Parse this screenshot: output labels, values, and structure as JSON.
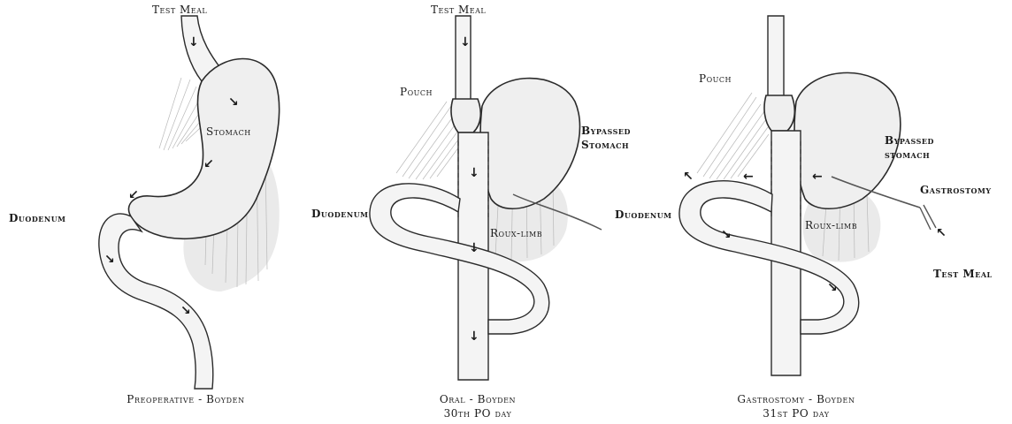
{
  "panels": [
    {
      "caption_line1": "Preoperative - Boyden",
      "caption_line2": "",
      "labels": {
        "test_meal": "Test Meal",
        "stomach": "Stomach",
        "duodenum": "Duodenum"
      }
    },
    {
      "caption_line1": "Oral - Boyden",
      "caption_line2": "30th PO day",
      "labels": {
        "test_meal": "Test Meal",
        "pouch": "Pouch",
        "bypassed_stomach_1": "Bypassed",
        "bypassed_stomach_2": "Stomach",
        "duodenum": "Duodenum",
        "roux_limb": "Roux-limb"
      }
    },
    {
      "caption_line1": "Gastrostomy - Boyden",
      "caption_line2": "31st PO day",
      "labels": {
        "pouch": "Pouch",
        "bypassed_stomach_1": "Bypassed",
        "bypassed_stomach_2": "stomach",
        "gastrostomy": "Gastrostomy",
        "duodenum": "Duodenum",
        "roux_limb": "Roux-limb",
        "test_meal": "Test Meal"
      }
    }
  ]
}
